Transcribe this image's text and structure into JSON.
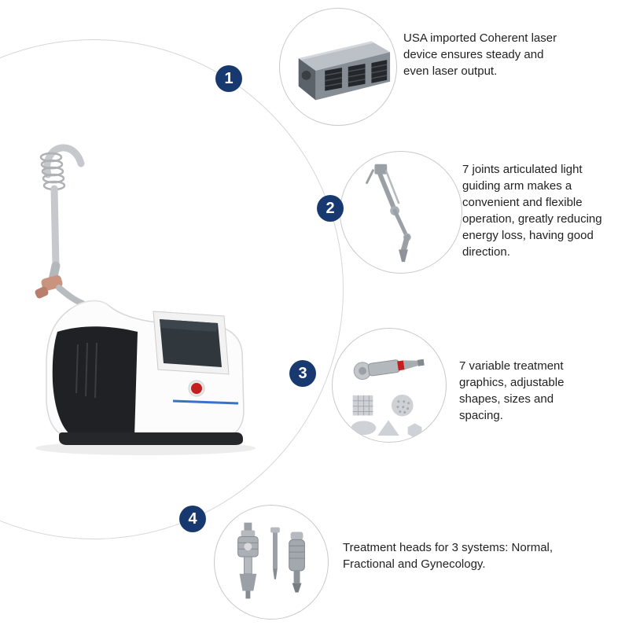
{
  "features": [
    {
      "number": "1",
      "description": "USA imported Coherent laser device ensures steady and even laser output.",
      "icon": "coherent-laser-device-photo"
    },
    {
      "number": "2",
      "description": "7 joints articulated light guiding arm makes a convenient and flexible operation, greatly reducing energy loss, having good direction.",
      "icon": "articulated-light-guiding-arm-photo"
    },
    {
      "number": "3",
      "description": "7 variable treatment graphics, adjustable shapes, sizes and spacing.",
      "icon": "treatment-graphics-handpiece-photo"
    },
    {
      "number": "4",
      "description": "Treatment heads for 3 systems: Normal, Fractional and Gynecology.",
      "icon": "treatment-heads-set-photo"
    }
  ],
  "colors": {
    "badge_background": "#17396f",
    "badge_text": "#ffffff",
    "description_text": "#222222",
    "circle_border": "#c9c9c9",
    "arc_line": "#d6d6d6",
    "machine_accent_red": "#c41e1e",
    "machine_accent_blue": "#3a72c9"
  }
}
